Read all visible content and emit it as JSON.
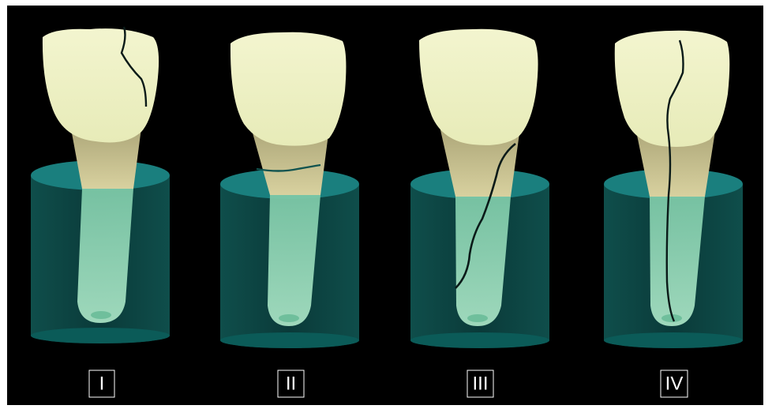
{
  "figure": {
    "labels": [
      "I",
      "II",
      "III",
      "IV"
    ],
    "colors": {
      "background": "#000000",
      "crown": "#eff3c4",
      "root_above": "#c7c18f",
      "root_embedded": "#8fd1b1",
      "resin_block": "#0d4240",
      "resin_top": "#1a7f7e",
      "fracture_line": "#0a1a18",
      "label_border": "#ffffff"
    }
  }
}
